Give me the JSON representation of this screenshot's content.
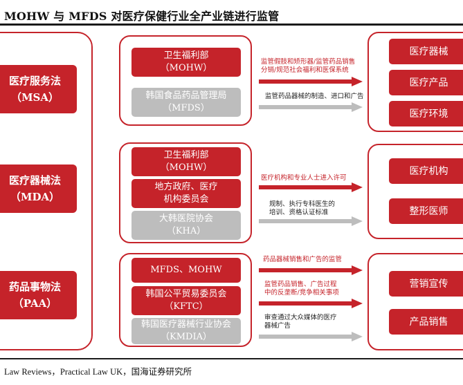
{
  "title": "MOHW 与 MFDS 对医疗保健行业全产业链进行监管",
  "laws": [
    {
      "name": "医疗服务法",
      "abbr": "（MSA）"
    },
    {
      "name": "医疗器械法",
      "abbr": "（MDA）"
    },
    {
      "name": "药品事物法",
      "abbr": "（PAA）"
    }
  ],
  "groups": [
    {
      "agencies": [
        {
          "line1": "卫生福利部",
          "line2": "（MOHW）",
          "color": "#c5232a"
        },
        {
          "line1": "韩国食品药品管理局",
          "line2": "（MFDS）",
          "color": "#bdbdbd"
        }
      ],
      "arrows": [
        {
          "lines": [
            "监管假肢和矫形器/监管药品销售",
            "分销/规范社会福利和医保系统"
          ],
          "color": "#c5232a"
        },
        {
          "lines": [
            "监管药品器械的制造、进口和广告"
          ],
          "color": "#bdbdbd"
        }
      ],
      "targets": [
        "医疗器械",
        "医疗产品",
        "医疗环境"
      ]
    },
    {
      "agencies": [
        {
          "line1": "卫生福利部",
          "line2": "（MOHW）",
          "color": "#c5232a"
        },
        {
          "line1": "地方政府、医疗",
          "line2": "机构委员会",
          "color": "#c5232a"
        },
        {
          "line1": "大韩医院协会",
          "line2": "（KHA）",
          "color": "#bdbdbd"
        }
      ],
      "arrows": [
        {
          "lines": [
            "医疗机构和专业人士进入许可"
          ],
          "color": "#c5232a"
        },
        {
          "lines": [
            "规制、执行专科医生的",
            "培训、资格认证标准"
          ],
          "color": "#bdbdbd"
        }
      ],
      "targets": [
        "医疗机构",
        "整形医师"
      ]
    },
    {
      "agencies": [
        {
          "line1": "MFDS、MOHW",
          "line2": "",
          "color": "#c5232a"
        },
        {
          "line1": "韩国公平贸易委员会",
          "line2": "（KFTC）",
          "color": "#c5232a"
        },
        {
          "line1": "韩国医疗器械行业协会",
          "line2": "（KMDIA）",
          "color": "#bdbdbd"
        }
      ],
      "arrows": [
        {
          "lines": [
            "药品器械销售和广告的监管"
          ],
          "color": "#c5232a"
        },
        {
          "lines": [
            "监管药品销售、广告过程",
            "中的反垄断/竞争相关事项"
          ],
          "color": "#c5232a"
        },
        {
          "lines": [
            "审查通过大众媒体的医疗",
            "器械广告"
          ],
          "color": "#bdbdbd"
        }
      ],
      "targets": [
        "营销宣传",
        "产品销售"
      ]
    }
  ],
  "source": "Law Reviews，Practical Law UK，国海证券研究所"
}
